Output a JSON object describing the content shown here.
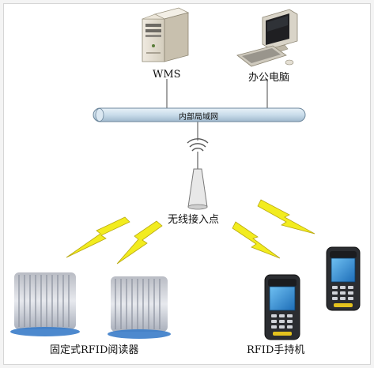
{
  "nodes": {
    "wms": {
      "label": "WMS",
      "icon": "server-tower-icon"
    },
    "office_pc": {
      "label": "办公电脑",
      "icon": "desktop-computer-icon"
    },
    "lan": {
      "label": "内部局域网",
      "icon": "network-bus-icon"
    },
    "access_point": {
      "label": "无线接入点",
      "icon": "wireless-antenna-icon"
    },
    "fixed_reader": {
      "label": "固定式RFID阅读器",
      "icon": "rfid-reader-panel-icon"
    },
    "handheld": {
      "label": "RFID手持机",
      "icon": "handheld-terminal-icon"
    }
  },
  "colors": {
    "lan_bar": "#c9dcea",
    "lightning": "#f2ec1f",
    "reader_blue": "#3a7cc9",
    "terminal_screen": "#2f8fd8"
  }
}
